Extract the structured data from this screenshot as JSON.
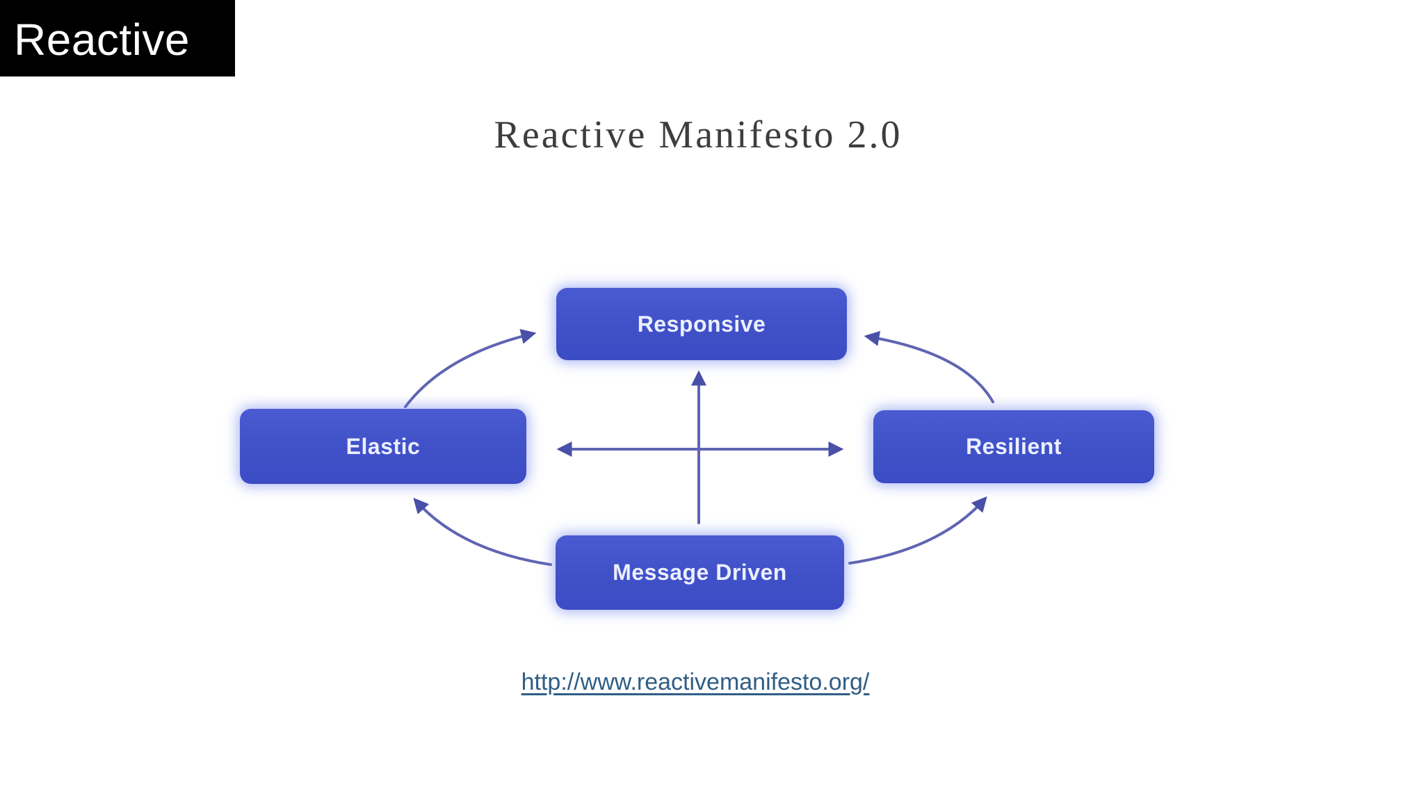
{
  "banner": {
    "label": "Reactive"
  },
  "slide": {
    "title": "Reactive Manifesto 2.0",
    "link": {
      "text": "http://www.reactivemanifesto.org/",
      "href": "http://www.reactivemanifesto.org/"
    }
  },
  "diagram": {
    "nodes": [
      {
        "id": "responsive",
        "label": "Responsive",
        "position": "top-center"
      },
      {
        "id": "elastic",
        "label": "Elastic",
        "position": "middle-left"
      },
      {
        "id": "resilient",
        "label": "Resilient",
        "position": "middle-right"
      },
      {
        "id": "message_driven",
        "label": "Message Driven",
        "position": "bottom-center"
      }
    ],
    "edges": [
      {
        "from": "elastic",
        "to": "responsive",
        "style": "curved",
        "bidirectional": false
      },
      {
        "from": "resilient",
        "to": "responsive",
        "style": "curved",
        "bidirectional": false
      },
      {
        "from": "message_driven",
        "to": "elastic",
        "style": "curved",
        "bidirectional": false
      },
      {
        "from": "message_driven",
        "to": "resilient",
        "style": "curved",
        "bidirectional": false
      },
      {
        "from": "message_driven",
        "to": "responsive",
        "style": "straight",
        "bidirectional": false
      },
      {
        "from": "elastic",
        "to": "resilient",
        "style": "straight",
        "bidirectional": true
      }
    ],
    "colors": {
      "node_fill": "#4254cb",
      "node_text": "#ecefff",
      "node_glow": "#6e82eb",
      "arrow": "#5f64b2",
      "link_text": "#2f5d85",
      "title_text": "#3d3d3d",
      "banner_bg": "#000000",
      "banner_text": "#ffffff",
      "background": "#ffffff"
    }
  }
}
